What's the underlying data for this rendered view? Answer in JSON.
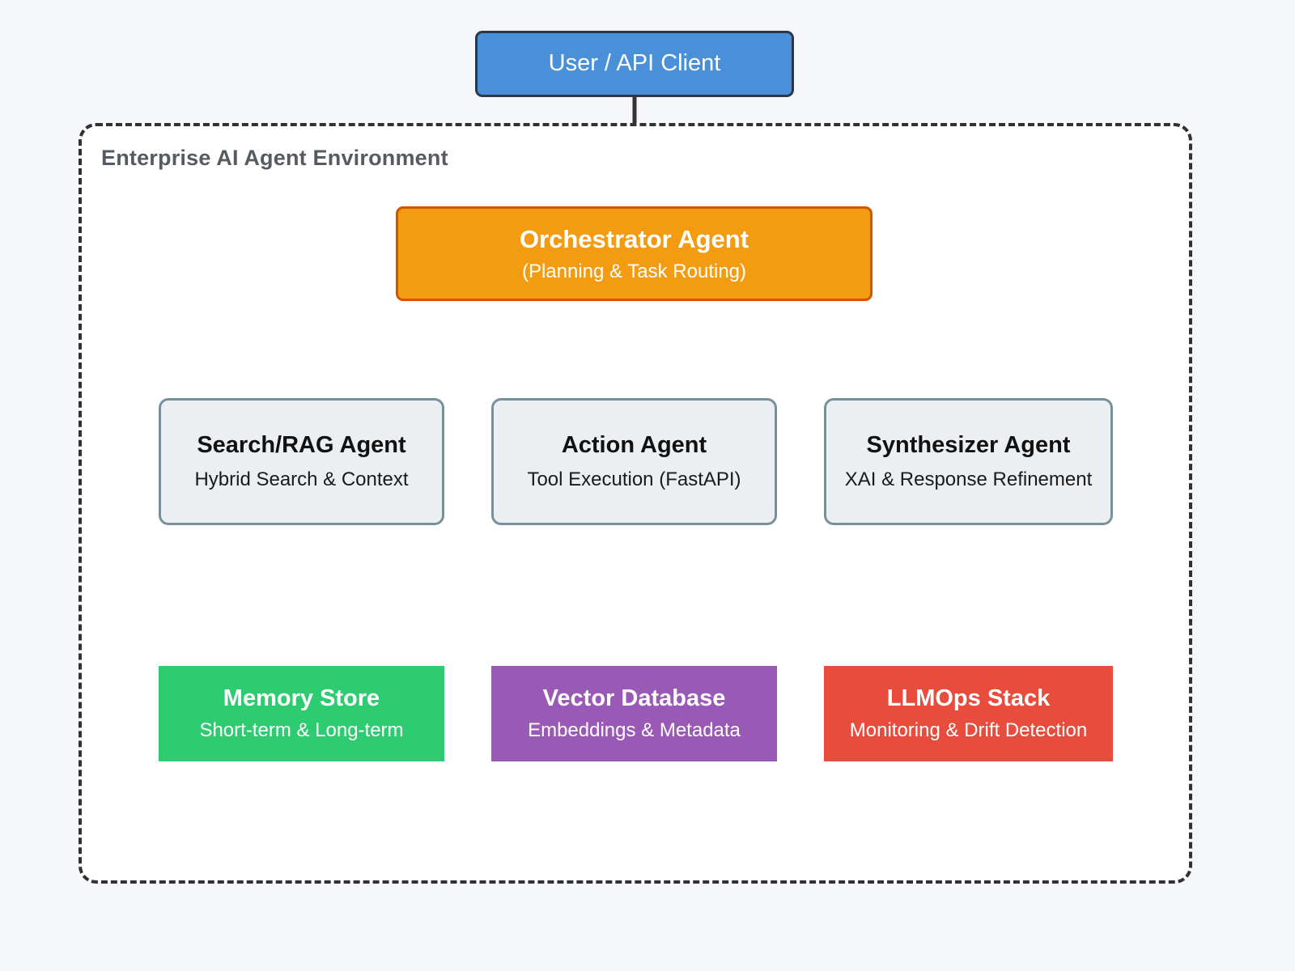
{
  "diagram": {
    "background_color": "#f5f7fa",
    "container": {
      "label": "Enterprise AI Agent Environment",
      "border_style": "dashed",
      "border_color": "#2f3133",
      "fill_color": "#ffffff"
    },
    "nodes": {
      "client": {
        "title": "User / API Client",
        "fill_color": "#4a90d9",
        "border_color": "#2d3748",
        "text_color": "#ffffff"
      },
      "orchestrator": {
        "title": "Orchestrator Agent",
        "subtitle": "(Planning & Task Routing)",
        "fill_color": "#f39c12",
        "border_color": "#d35400",
        "text_color": "#ffffff"
      },
      "agents": [
        {
          "id": "search-rag-agent",
          "title": "Search/RAG Agent",
          "subtitle": "Hybrid Search & Context",
          "fill_color": "#eceff1",
          "border_color": "#78909c",
          "text_color": "#111111"
        },
        {
          "id": "action-agent",
          "title": "Action Agent",
          "subtitle": "Tool Execution (FastAPI)",
          "fill_color": "#eceff1",
          "border_color": "#78909c",
          "text_color": "#111111"
        },
        {
          "id": "synthesizer-agent",
          "title": "Synthesizer Agent",
          "subtitle": "XAI & Response Refinement",
          "fill_color": "#eceff1",
          "border_color": "#78909c",
          "text_color": "#111111"
        }
      ],
      "stores": [
        {
          "id": "memory-store",
          "title": "Memory Store",
          "subtitle": "Short-term & Long-term",
          "fill_color": "#2ecc71",
          "text_color": "#ffffff"
        },
        {
          "id": "vector-database",
          "title": "Vector Database",
          "subtitle": "Embeddings & Metadata",
          "fill_color": "#9b59b6",
          "text_color": "#ffffff"
        },
        {
          "id": "llmops-stack",
          "title": "LLMOps Stack",
          "subtitle": "Monitoring & Drift Detection",
          "fill_color": "#e74c3c",
          "text_color": "#ffffff"
        }
      ]
    },
    "edges": [
      {
        "id": "client-to-orchestrator",
        "from": "client",
        "to": "orchestrator",
        "style": "solid",
        "arrow": true,
        "color": "#333333"
      },
      {
        "id": "orchestrator-to-search",
        "from": "orchestrator",
        "to": "search-rag-agent",
        "style": "solid",
        "arrow": true,
        "color": "#333333"
      },
      {
        "id": "orchestrator-to-action",
        "from": "orchestrator",
        "to": "action-agent",
        "style": "solid",
        "arrow": true,
        "color": "#333333"
      },
      {
        "id": "orchestrator-to-synth",
        "from": "orchestrator",
        "to": "synthesizer-agent",
        "style": "solid",
        "arrow": true,
        "color": "#333333"
      },
      {
        "id": "search-to-memory",
        "from": "search-rag-agent",
        "to": "memory-store",
        "style": "dashed",
        "arrow": false,
        "color": "#333333"
      },
      {
        "id": "action-to-vectordb",
        "from": "action-agent",
        "to": "vector-database",
        "style": "dashed",
        "arrow": false,
        "color": "#333333"
      },
      {
        "id": "synth-to-llmops",
        "from": "synthesizer-agent",
        "to": "llmops-stack",
        "style": "dashed",
        "arrow": false,
        "color": "#333333"
      }
    ]
  }
}
